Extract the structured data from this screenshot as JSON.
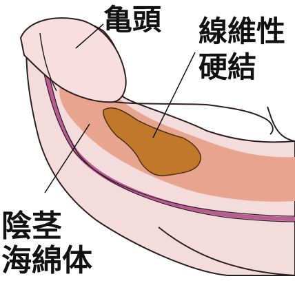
{
  "labels": {
    "glans": "亀頭",
    "fibrous_induration": [
      "線維性",
      "硬結"
    ],
    "corpus_cavernosum": [
      "陰茎",
      "海綿体"
    ]
  },
  "colors": {
    "skin": "#f5dcdc",
    "skin_shadow": "#e9c6c8",
    "outline": "#2b1e22",
    "urethra": "#b85c92",
    "corpus": "#e7a590",
    "plaque": "#c2782b",
    "plaque_edge": "#4a2e12",
    "label_text": "#111111"
  }
}
